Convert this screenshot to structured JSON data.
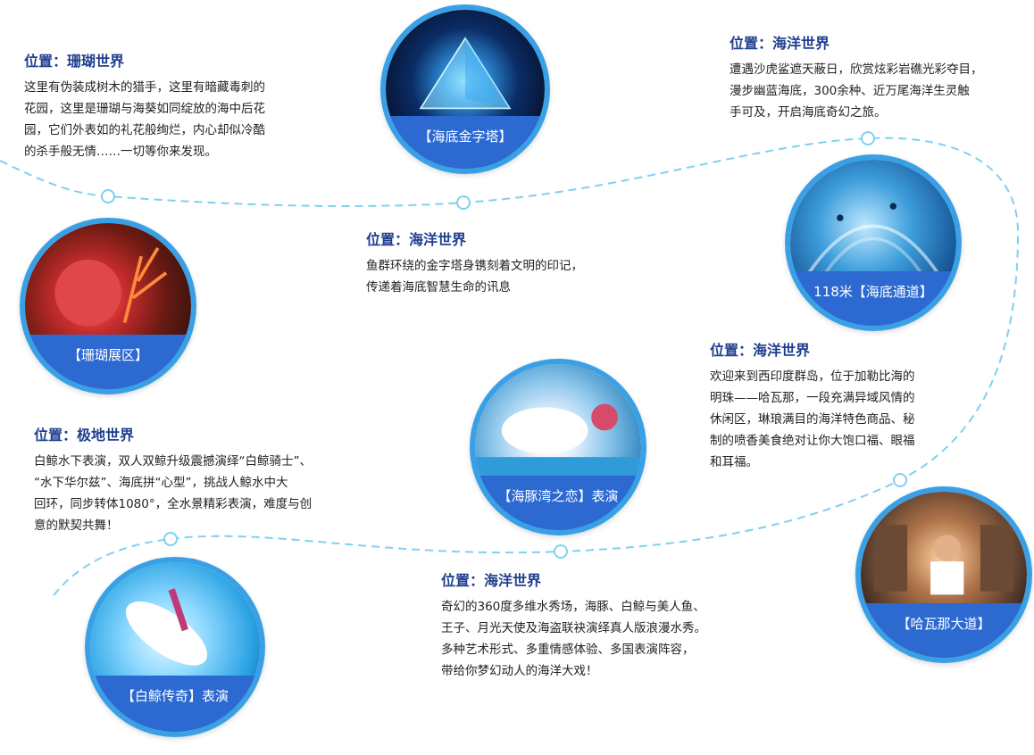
{
  "attractions": {
    "pyramid": {
      "caption": "【海底金字塔】",
      "icon": "pyramid-photo"
    },
    "tunnel": {
      "caption": "118米【海底通道】",
      "icon": "tunnel-photo"
    },
    "coral": {
      "caption": "【珊瑚展区】",
      "icon": "coral-photo"
    },
    "dolphin": {
      "caption": "【海豚湾之恋】表演",
      "icon": "dolphin-photo"
    },
    "havana": {
      "caption": "【哈瓦那大道】",
      "icon": "havana-photo"
    },
    "beluga": {
      "caption": "【白鲸传奇】表演",
      "icon": "beluga-photo"
    }
  },
  "info": {
    "coral": {
      "location": "位置：珊瑚世界",
      "lines": [
        "这里有伪装成树木的猎手，这里有暗藏毒刺的",
        "花园，这里是珊瑚与海葵如同绽放的海中后花",
        "园，它们外表如的礼花般绚烂，内心却似冷酷",
        "的杀手般无情……一切等你来发现。"
      ]
    },
    "pyramid": {
      "location": "位置：海洋世界",
      "lines": [
        "鱼群环绕的金字塔身镌刻着文明的印记，",
        "传递着海底智慧生命的讯息"
      ]
    },
    "tunnel": {
      "location": "位置：海洋世界",
      "lines": [
        "遭遇沙虎鲨遮天蔽日，欣赏炫彩岩礁光彩夺目，",
        "漫步幽蓝海底，300余种、近万尾海洋生灵触",
        "手可及，开启海底奇幻之旅。"
      ]
    },
    "havana": {
      "location": "位置：海洋世界",
      "lines": [
        "欢迎来到西印度群岛，位于加勒比海的",
        "明珠——哈瓦那，一段充满异域风情的",
        "休闲区，琳琅满目的海洋特色商品、秘",
        "制的喷香美食绝对让你大饱口福、眼福",
        "和耳福。"
      ]
    },
    "beluga": {
      "location": "位置：极地世界",
      "lines": [
        "白鲸水下表演，双人双鲸升级震撼演绎“白鲸骑士”、",
        "“水下华尔兹”、海底拼“心型”，挑战人鲸水中大",
        "回环，同步转体1080°，全水景精彩表演，难度与创",
        "意的默契共舞！"
      ]
    },
    "dolphin": {
      "location": "位置：海洋世界",
      "lines": [
        "奇幻的360度多维水秀场，海豚、白鲸与美人鱼、",
        "王子、月光天使及海盗联袂演绎真人版浪漫水秀。",
        "多种艺术形式、多重情感体验、多国表演阵容，",
        "带给你梦幻动人的海洋大戏！"
      ]
    }
  },
  "colors": {
    "path": "#7fd0f0",
    "caption_bg": "#2c69d1",
    "badge_border": "#3aa0e6",
    "location_text": "#1f3f8f"
  }
}
